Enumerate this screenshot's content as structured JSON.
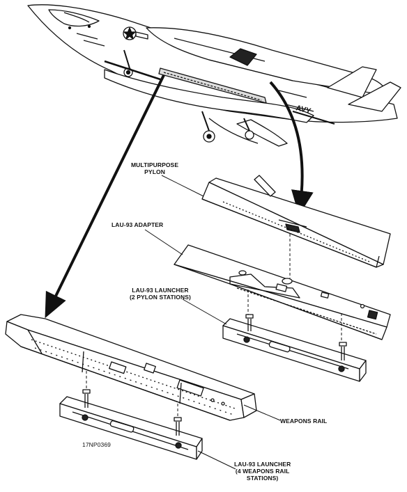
{
  "figure": {
    "labels": {
      "multipurpose_pylon_line1": "MULTIPURPOSE",
      "multipurpose_pylon_line2": "PYLON",
      "lau93_adapter": "LAU-93 ADAPTER",
      "lau93_launcher_pylon_line1": "LAU-93 LAUNCHER",
      "lau93_launcher_pylon_line2": "(2 PYLON STATIONS)",
      "weapons_rail": "WEAPONS RAIL",
      "lau93_launcher_rail_line1": "LAU-93 LAUNCHER",
      "lau93_launcher_rail_line2": "(4 WEAPONS RAIL",
      "lau93_launcher_rail_line3": "STATIONS)",
      "figure_number": "17NP0369",
      "aircraft_marking": "AVY"
    },
    "colors": {
      "ink": "#111111",
      "paper": "#ffffff"
    }
  }
}
